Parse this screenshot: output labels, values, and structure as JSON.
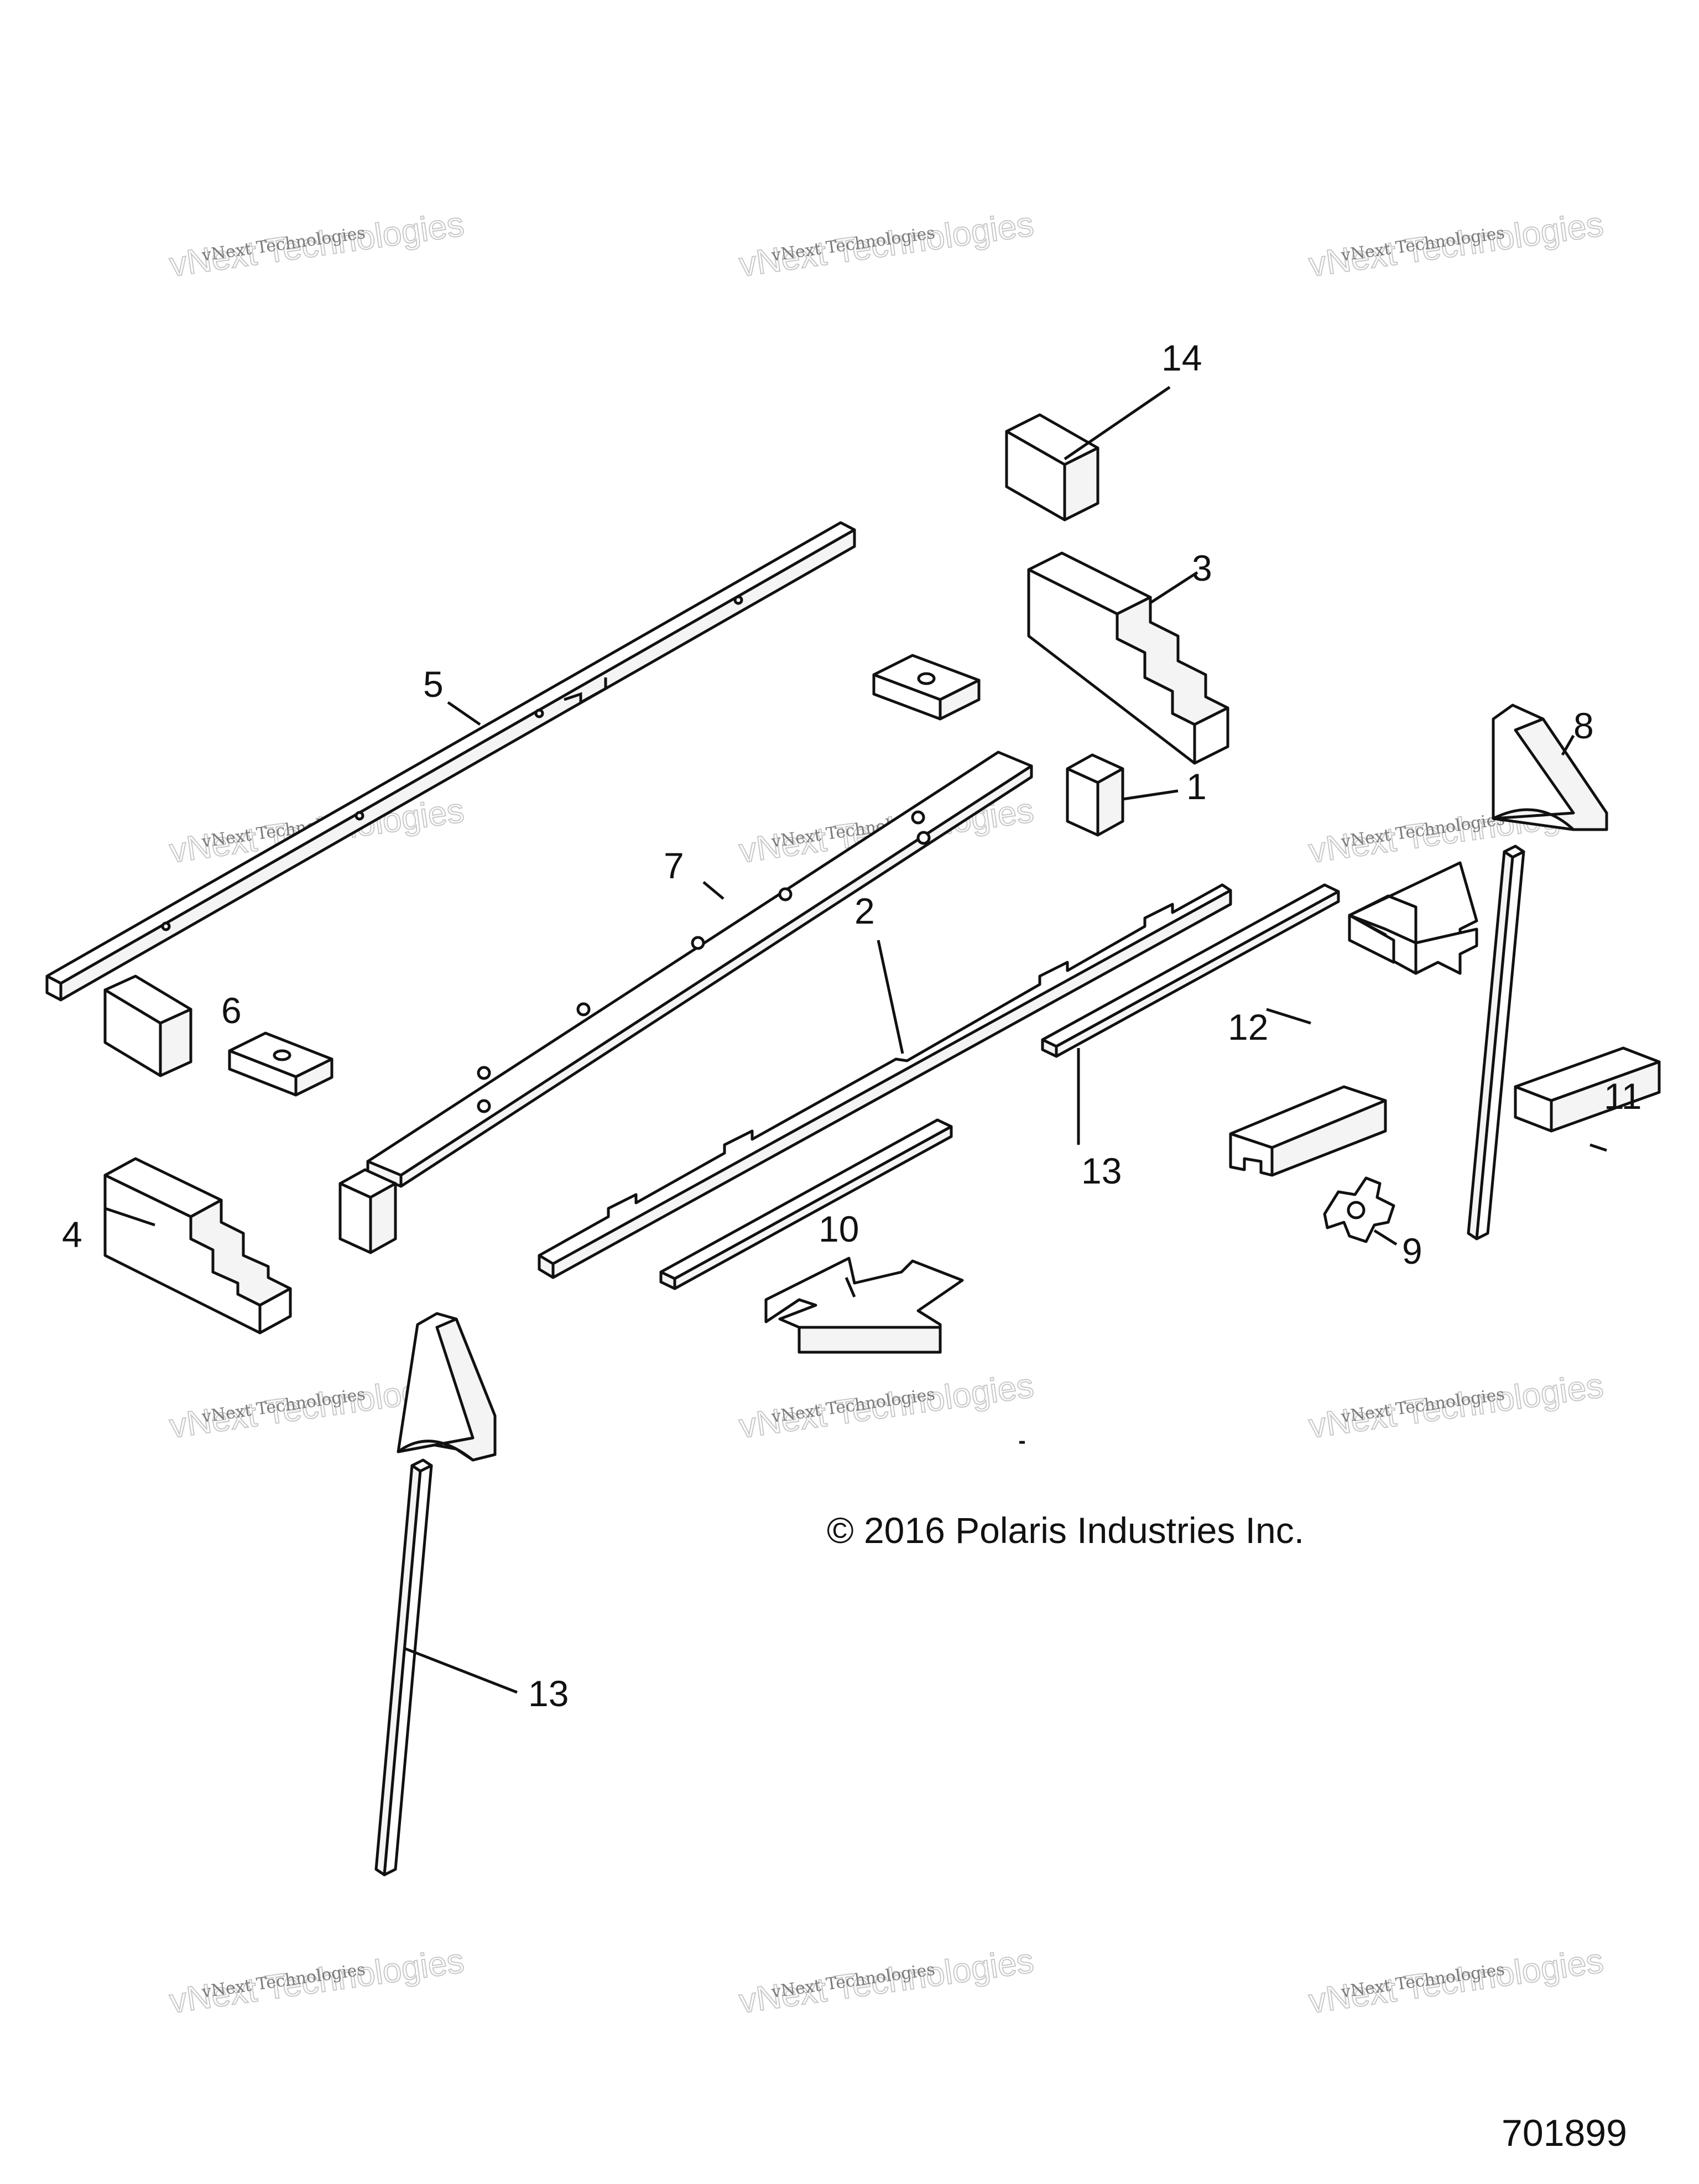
{
  "diagram": {
    "callouts": [
      "14",
      "3",
      "5",
      "8",
      "1",
      "7",
      "2",
      "6",
      "12",
      "11",
      "13",
      "4",
      "9",
      "10",
      "13"
    ],
    "copyright": "© 2016 Polaris Industries Inc.",
    "figure_number": "701899",
    "watermark": {
      "line1": "vNext Technologies",
      "line2": "vNext Technologies"
    }
  }
}
